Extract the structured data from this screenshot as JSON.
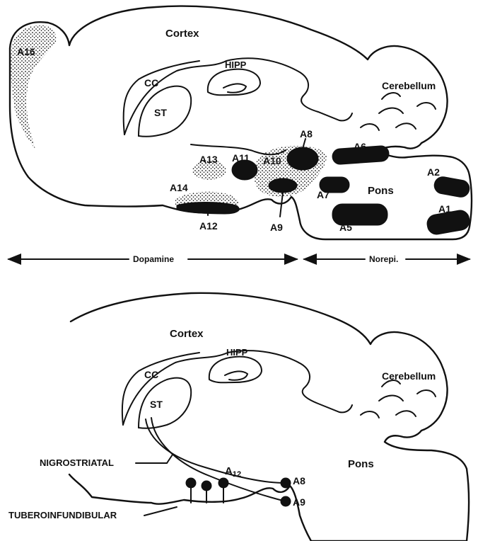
{
  "top_panel": {
    "labels": {
      "cortex": "Cortex",
      "cc": "CC",
      "hipp": "HIPP",
      "st": "ST",
      "cerebellum": "Cerebellum",
      "pons": "Pons",
      "a16": "A16",
      "a13": "A13",
      "a11": "A11",
      "a10": "A10",
      "a8": "A8",
      "a6": "A6",
      "a14": "A14",
      "a12": "A12",
      "a9": "A9",
      "a7": "A7",
      "a5": "A5",
      "a2": "A2",
      "a1": "A1"
    },
    "legend": {
      "dopamine": "Dopamine",
      "norepinephrine": "Norepi."
    }
  },
  "bottom_panel": {
    "labels": {
      "cortex": "Cortex",
      "cc": "CC",
      "hipp": "HIPP",
      "st": "ST",
      "cerebellum": "Cerebellum",
      "pons": "Pons",
      "a8": "A8",
      "a9": "A9",
      "a12_base": "A",
      "a12_sub": "12",
      "nigrostriatal": "NIGROSTRIATAL",
      "tuberoinfundibular": "TUBEROINFUNDIBULAR"
    }
  }
}
